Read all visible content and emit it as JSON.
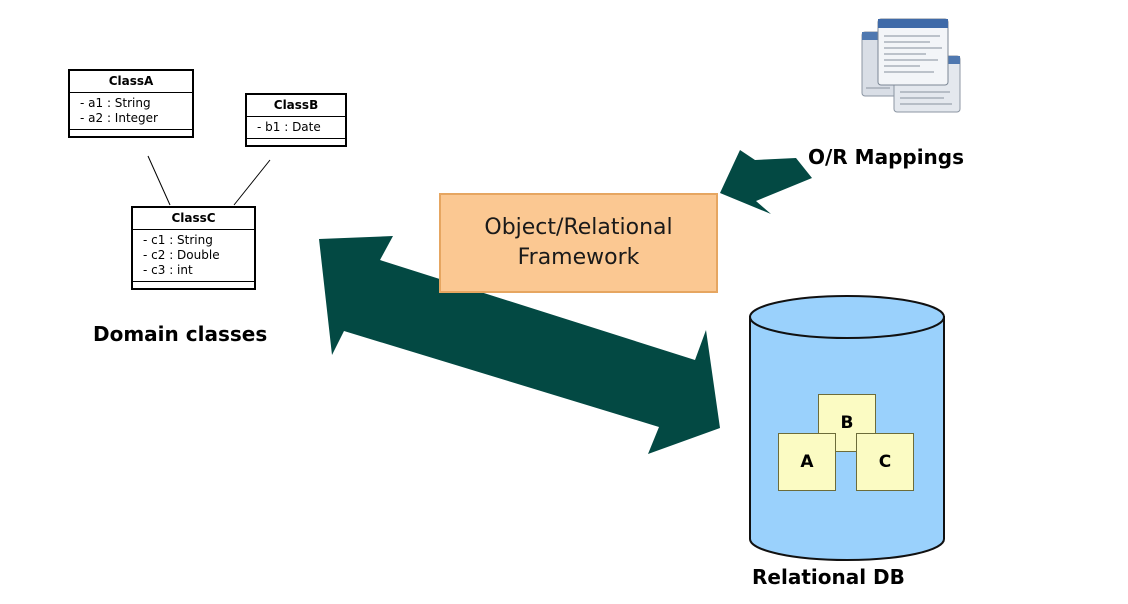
{
  "domain_classes": {
    "classA": {
      "name": "ClassA",
      "attributes": [
        "- a1 : String",
        "- a2 : Integer"
      ]
    },
    "classB": {
      "name": "ClassB",
      "attributes": [
        "- b1 : Date"
      ]
    },
    "classC": {
      "name": "ClassC",
      "attributes": [
        "- c1 : String",
        "- c2 : Double",
        "- c3 : int"
      ]
    },
    "caption": "Domain classes"
  },
  "framework": {
    "line1": "Object/Relational",
    "line2": "Framework"
  },
  "mappings": {
    "caption": "O/R Mappings",
    "icon": "documents-icon"
  },
  "database": {
    "caption": "Relational DB",
    "tables": [
      "A",
      "B",
      "C"
    ]
  },
  "colors": {
    "arrow": "#034943",
    "framework_fill": "#fbc892",
    "db_fill": "#9ad1fc",
    "table_fill": "#fbfbc3"
  }
}
